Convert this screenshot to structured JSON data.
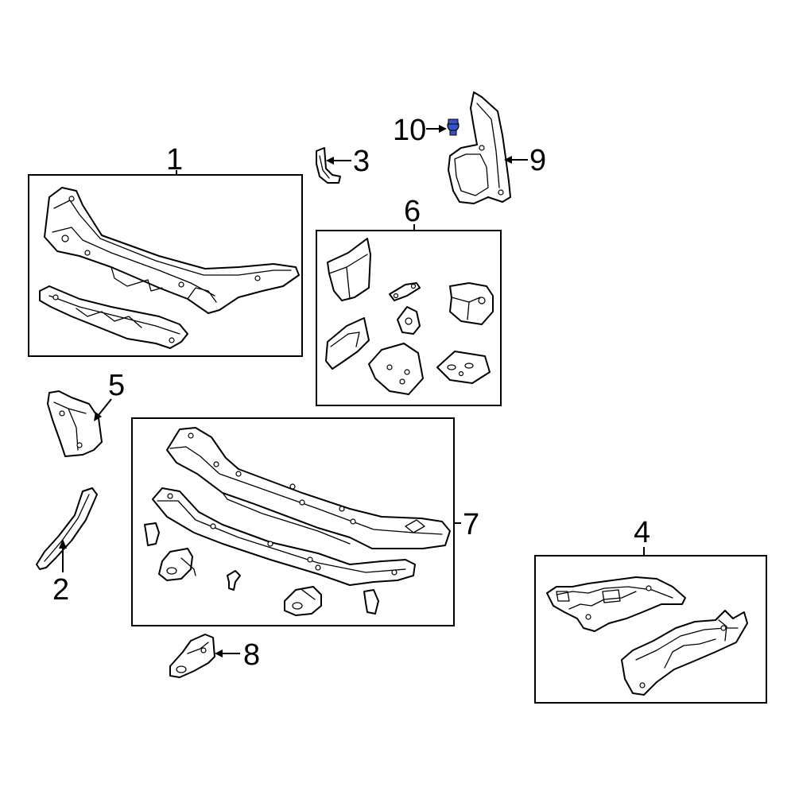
{
  "callouts": {
    "c1": "1",
    "c2": "2",
    "c3": "3",
    "c4": "4",
    "c5": "5",
    "c6": "6",
    "c7": "7",
    "c8": "8",
    "c9": "9",
    "c10": "10"
  },
  "colors": {
    "line": "#000000",
    "background": "#ffffff",
    "highlight": "#3b4fc9"
  }
}
